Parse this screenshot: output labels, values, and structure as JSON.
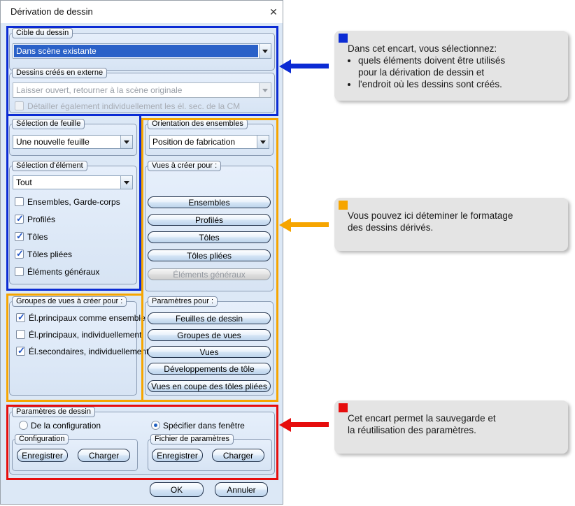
{
  "colors": {
    "blue": "#0b2bd4",
    "orange": "#F6A500",
    "red": "#E60D0D"
  },
  "icons": {
    "close": "✕"
  },
  "window": {
    "title": "Dérivation de dessin"
  },
  "dialog": {
    "target": {
      "label": "Cible du dessin",
      "value": "Dans scène existante",
      "highlighted": true
    },
    "external": {
      "label": "Dessins créés en externe",
      "value": "Laisser ouvert, retourner à la scène originale",
      "disabled": true,
      "option": {
        "label": "Détailler également individuellement les él. sec. de la CM",
        "checked": false,
        "disabled": true
      }
    },
    "sheet": {
      "label": "Sélection de feuille",
      "value": "Une nouvelle feuille"
    },
    "element": {
      "label": "Sélection d'élément",
      "value": "Tout",
      "options": [
        {
          "label": "Ensembles, Garde-corps",
          "checked": false
        },
        {
          "label": "Profilés",
          "checked": true
        },
        {
          "label": "Tôles",
          "checked": true
        },
        {
          "label": "Tôles pliées",
          "checked": true
        },
        {
          "label": "Éléments généraux",
          "checked": false
        }
      ]
    },
    "orientation": {
      "label": "Orientation des ensembles",
      "value": "Position de fabrication"
    },
    "views": {
      "label": "Vues à créer pour :",
      "buttons": [
        {
          "label": "Ensembles",
          "disabled": false
        },
        {
          "label": "Profilés",
          "disabled": false
        },
        {
          "label": "Tôles",
          "disabled": false
        },
        {
          "label": "Tôles pliées",
          "disabled": false
        },
        {
          "label": "Éléments généraux",
          "disabled": true
        }
      ]
    },
    "view_groups": {
      "label": "Groupes de vues à créer pour :",
      "options": [
        {
          "label": "Él.principaux comme ensemble",
          "checked": true
        },
        {
          "label": "Él.principaux, individuellement",
          "checked": false
        },
        {
          "label": "Él.secondaires, individuellement",
          "checked": true
        }
      ]
    },
    "params_for": {
      "label": "Paramètres pour :",
      "buttons": [
        {
          "label": "Feuilles de dessin"
        },
        {
          "label": "Groupes de vues"
        },
        {
          "label": "Vues"
        },
        {
          "label": "Développements de tôle"
        },
        {
          "label": "Vues en coupe des tôles pliées"
        }
      ]
    },
    "drawing_params": {
      "label": "Paramètres de dessin",
      "radios": [
        {
          "label": "De la configuration",
          "selected": false
        },
        {
          "label": "Spécifier dans fenêtre",
          "selected": true
        }
      ],
      "configuration": {
        "label": "Configuration",
        "save": "Enregistrer",
        "load": "Charger"
      },
      "param_file": {
        "label": "Fichier de paramètres",
        "save": "Enregistrer",
        "load": "Charger"
      }
    },
    "actions": {
      "ok": "OK",
      "cancel": "Annuler"
    }
  },
  "annotations": [
    {
      "title": "Dans cet encart, vous sélectionnez:",
      "bullets": [
        "quels éléments doivent être utilisés\npour la dérivation de dessin et",
        "l'endroit où les dessins sont créés."
      ]
    },
    {
      "text": "Vous pouvez ici déteminer le formatage\ndes dessins dérivés."
    },
    {
      "text": "Cet encart permet la sauvegarde et\nla réutilisation des paramètres."
    }
  ]
}
